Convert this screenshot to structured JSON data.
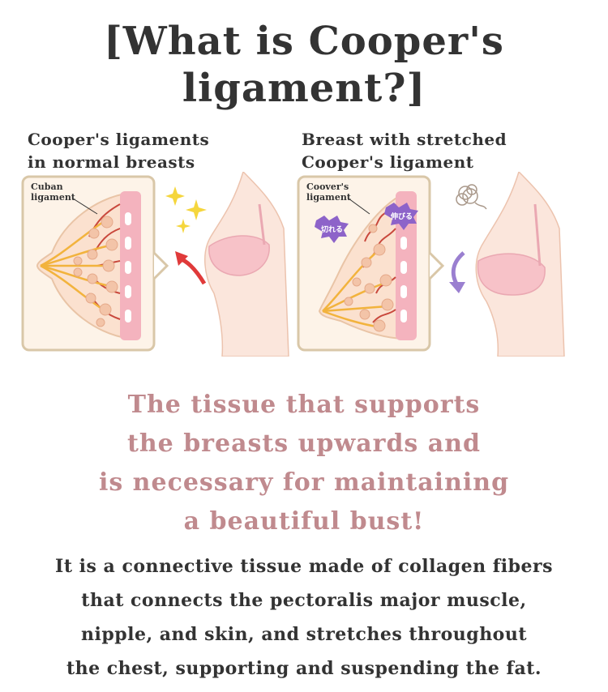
{
  "title": {
    "line1": "[What is Cooper's",
    "line2": "ligament?]"
  },
  "left_panel": {
    "caption_line1": "Cooper's ligaments",
    "caption_line2": "in normal breasts",
    "label_line1": "Cuban",
    "label_line2": "ligament"
  },
  "right_panel": {
    "caption_line1": "Breast with stretched",
    "caption_line2": "Cooper's ligament",
    "label_line1": "Coover's",
    "label_line2": "ligament",
    "tag_cut": "切れる",
    "tag_stretch": "伸びる"
  },
  "headline": {
    "line1": "The tissue that supports",
    "line2": "the breasts upwards and",
    "line3": "is necessary for maintaining",
    "line4": "a beautiful bust!"
  },
  "body": {
    "line1": "It is a connective tissue made of collagen fibers",
    "line2": "that connects the pectoralis major muscle,",
    "line3": "nipple, and skin, and stretches throughout",
    "line4": "the chest, supporting and suspending the fat."
  },
  "colors": {
    "headline": "#c08a8e",
    "box_border": "#d9c7a8",
    "box_fill": "#fdf3e8",
    "skin": "#fbe6dc",
    "muscle_pink": "#f4b3be",
    "ligament_red": "#c9483c",
    "duct_yellow": "#f2b33d",
    "fat_lobule": "#f3c4a8",
    "bra_pink": "#f7c2c8",
    "arrow_red": "#e03a3a",
    "arrow_purple": "#9a7fd0",
    "sparkle": "#f5d63d"
  }
}
